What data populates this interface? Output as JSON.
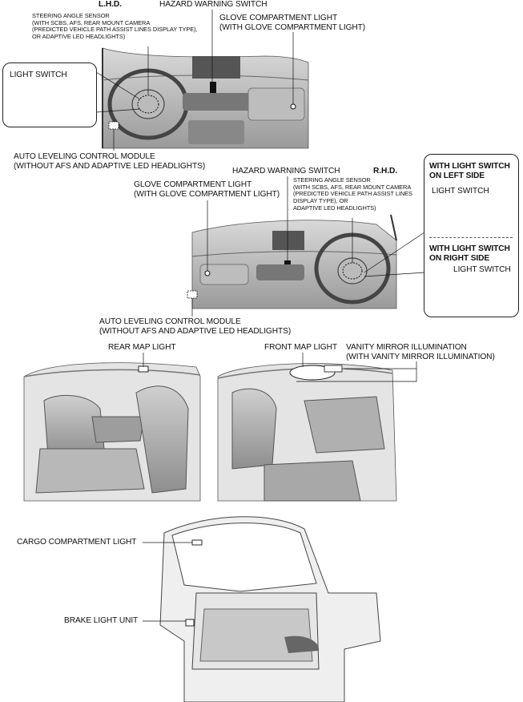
{
  "lhd": {
    "variant_label": "L.H.D.",
    "hazard_switch": "HAZARD WARNING SWITCH",
    "steering_sensor": [
      "STEERING ANGLE SENSOR",
      "(WITH SCBS, AFS, REAR MOUNT CAMERA",
      "(PREDICTED VEHICLE PATH ASSIST LINES DISPLAY TYPE),",
      "OR ADAPTIVE LED HEADLIGHTS)"
    ],
    "glove_light": [
      "GLOVE COMPARTMENT LIGHT",
      "(WITH GLOVE COMPARTMENT LIGHT)"
    ],
    "light_switch": "LIGHT SWITCH",
    "auto_leveling": [
      "AUTO LEVELING CONTROL MODULE",
      "(WITHOUT AFS AND ADAPTIVE LED HEADLIGHTS)"
    ]
  },
  "rhd": {
    "variant_label": "R.H.D.",
    "hazard_switch": "HAZARD WARNING SWITCH",
    "steering_sensor": [
      "STEERING ANGLE SENSOR",
      "(WITH SCBS, AFS, REAR MOUNT CAMERA",
      "(PREDICTED VEHICLE PATH ASSIST LINES",
      "DISPLAY TYPE), OR",
      "ADAPTIVE LED HEADLIGHTS)"
    ],
    "glove_light": [
      "GLOVE COMPARTMENT LIGHT",
      "(WITH GLOVE COMPARTMENT LIGHT)"
    ],
    "auto_leveling": [
      "AUTO LEVELING CONTROL MODULE",
      "(WITHOUT AFS AND ADAPTIVE LED HEADLIGHTS)"
    ],
    "inset_left": {
      "heading": [
        "WITH LIGHT SWITCH",
        "ON LEFT SIDE"
      ],
      "label": "LIGHT SWITCH"
    },
    "inset_right": {
      "heading": [
        "WITH LIGHT SWITCH",
        "ON RIGHT SIDE"
      ],
      "label": "LIGHT SWITCH"
    }
  },
  "interior": {
    "rear_map_light": "REAR MAP LIGHT",
    "front_map_light": "FRONT MAP LIGHT",
    "vanity_mirror": [
      "VANITY MIRROR ILLUMINATION",
      "(WITH VANITY MIRROR ILLUMINATION)"
    ]
  },
  "cargo": {
    "cargo_light": "CARGO COMPARTMENT LIGHT",
    "brake_light": "BRAKE LIGHT UNIT"
  }
}
